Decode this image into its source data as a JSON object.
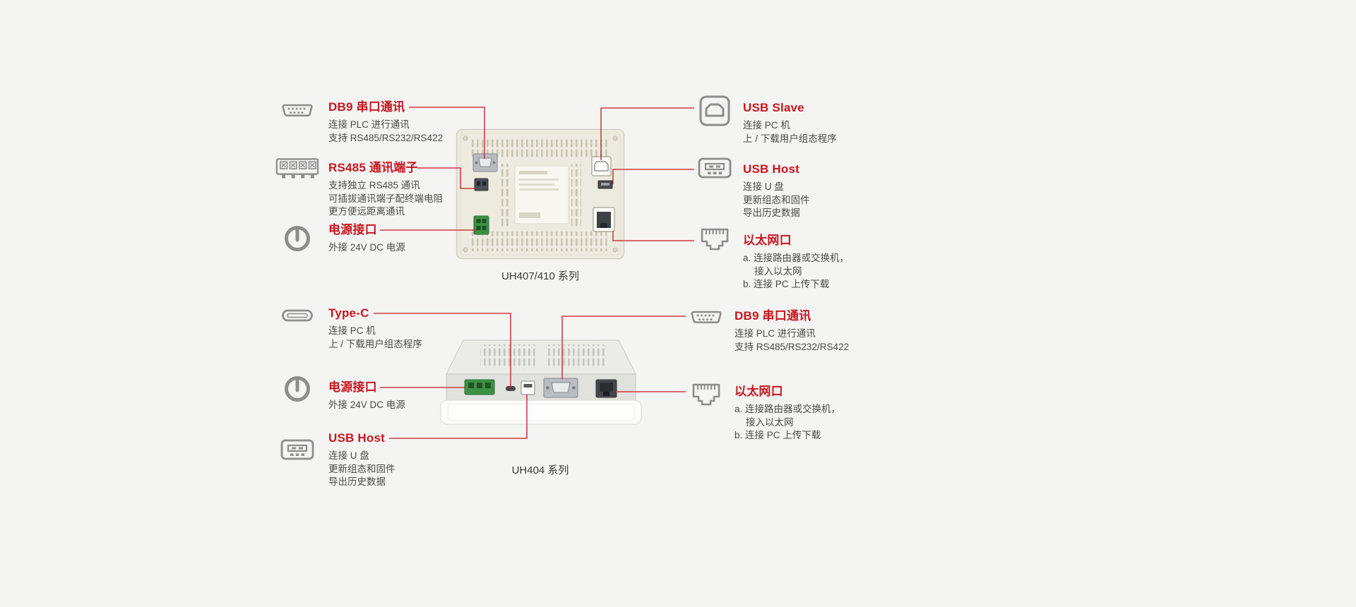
{
  "colors": {
    "background": "#f4f4f3",
    "accent": "#c8161e",
    "text": "#4a4a4a"
  },
  "top": {
    "device_label": "UH407/410 系列",
    "callouts": {
      "db9": {
        "icon": "db9-icon",
        "title": "DB9 串口通讯",
        "lines": [
          "连接 PLC 进行通讯",
          "支持 RS485/RS232/RS422"
        ]
      },
      "rs485": {
        "icon": "terminal-block-icon",
        "title": "RS485 通讯端子",
        "lines": [
          "支持独立 RS485 通讯",
          "可插拔通讯端子配终端电阻",
          "更方便远距离通讯"
        ]
      },
      "power": {
        "icon": "power-icon",
        "title": "电源接口",
        "lines": [
          "外接 24V DC 电源"
        ]
      },
      "usb_slave": {
        "icon": "usb-slave-icon",
        "title": "USB Slave",
        "lines": [
          "连接 PC 机",
          "上 / 下载用户组态程序"
        ]
      },
      "usb_host": {
        "icon": "usb-host-icon",
        "title": "USB Host",
        "lines": [
          "连接 U 盘",
          "更新组态和固件",
          "导出历史数据"
        ]
      },
      "ethernet": {
        "icon": "ethernet-icon",
        "title": "以太网口",
        "lines": [
          "a. 连接路由器或交换机，",
          "接入以太网",
          "b. 连接 PC 上传下载"
        ]
      }
    }
  },
  "bottom": {
    "device_label": "UH404 系列",
    "callouts": {
      "type_c": {
        "icon": "type-c-icon",
        "title": "Type-C",
        "lines": [
          "连接 PC 机",
          "上 / 下载用户组态程序"
        ]
      },
      "power": {
        "icon": "power-icon",
        "title": "电源接口",
        "lines": [
          "外接 24V DC 电源"
        ]
      },
      "usb_host": {
        "icon": "usb-host-icon",
        "title": "USB Host",
        "lines": [
          "连接 U 盘",
          "更新组态和固件",
          "导出历史数据"
        ]
      },
      "db9": {
        "icon": "db9-icon",
        "title": "DB9 串口通讯",
        "lines": [
          "连接 PLC 进行通讯",
          "支持 RS485/RS232/RS422"
        ]
      },
      "ethernet": {
        "icon": "ethernet-icon",
        "title": "以太网口",
        "lines": [
          "a. 连接路由器或交换机，",
          "接入以太网",
          "b. 连接 PC 上传下载"
        ]
      }
    }
  }
}
